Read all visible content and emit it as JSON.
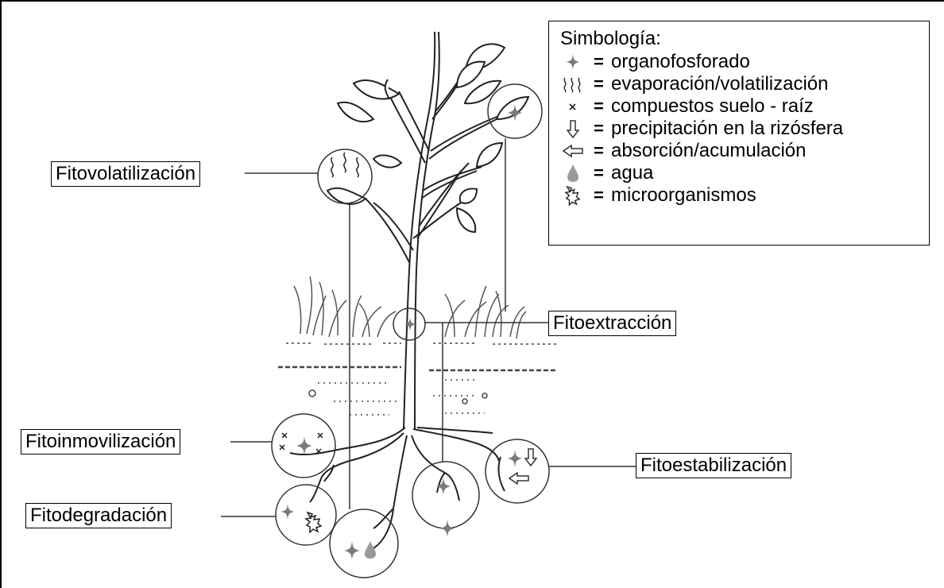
{
  "labels": {
    "fitovolatilizacion": "Fitovolatilización",
    "fitoextraccion": "Fitoextracción",
    "fitoinmovilizacion": "Fitoinmovilización",
    "fitodegradacion": "Fitodegradación",
    "fitoestabilizacion": "Fitoestabilización"
  },
  "legend": {
    "title": "Simbología:",
    "items": [
      {
        "icon": "organophosphate-star-icon",
        "separator": "=",
        "text": "organofosforado"
      },
      {
        "icon": "evaporation-wave-icon",
        "separator": "=",
        "text": "evaporación/volatilización"
      },
      {
        "icon": "cross-mark-icon",
        "separator": "=",
        "text": "compuestos suelo - raíz"
      },
      {
        "icon": "down-arrow-icon",
        "separator": "=",
        "text": "precipitación en la rizósfera"
      },
      {
        "icon": "left-arrow-icon",
        "separator": "=",
        "text": "absorción/acumulación"
      },
      {
        "icon": "water-drop-icon",
        "separator": "=",
        "text": "agua"
      },
      {
        "icon": "microorganism-icon",
        "separator": "=",
        "text": "microorganismos"
      }
    ]
  },
  "colors": {
    "symbol_gray": "#7a7a7a",
    "line": "#000000"
  }
}
